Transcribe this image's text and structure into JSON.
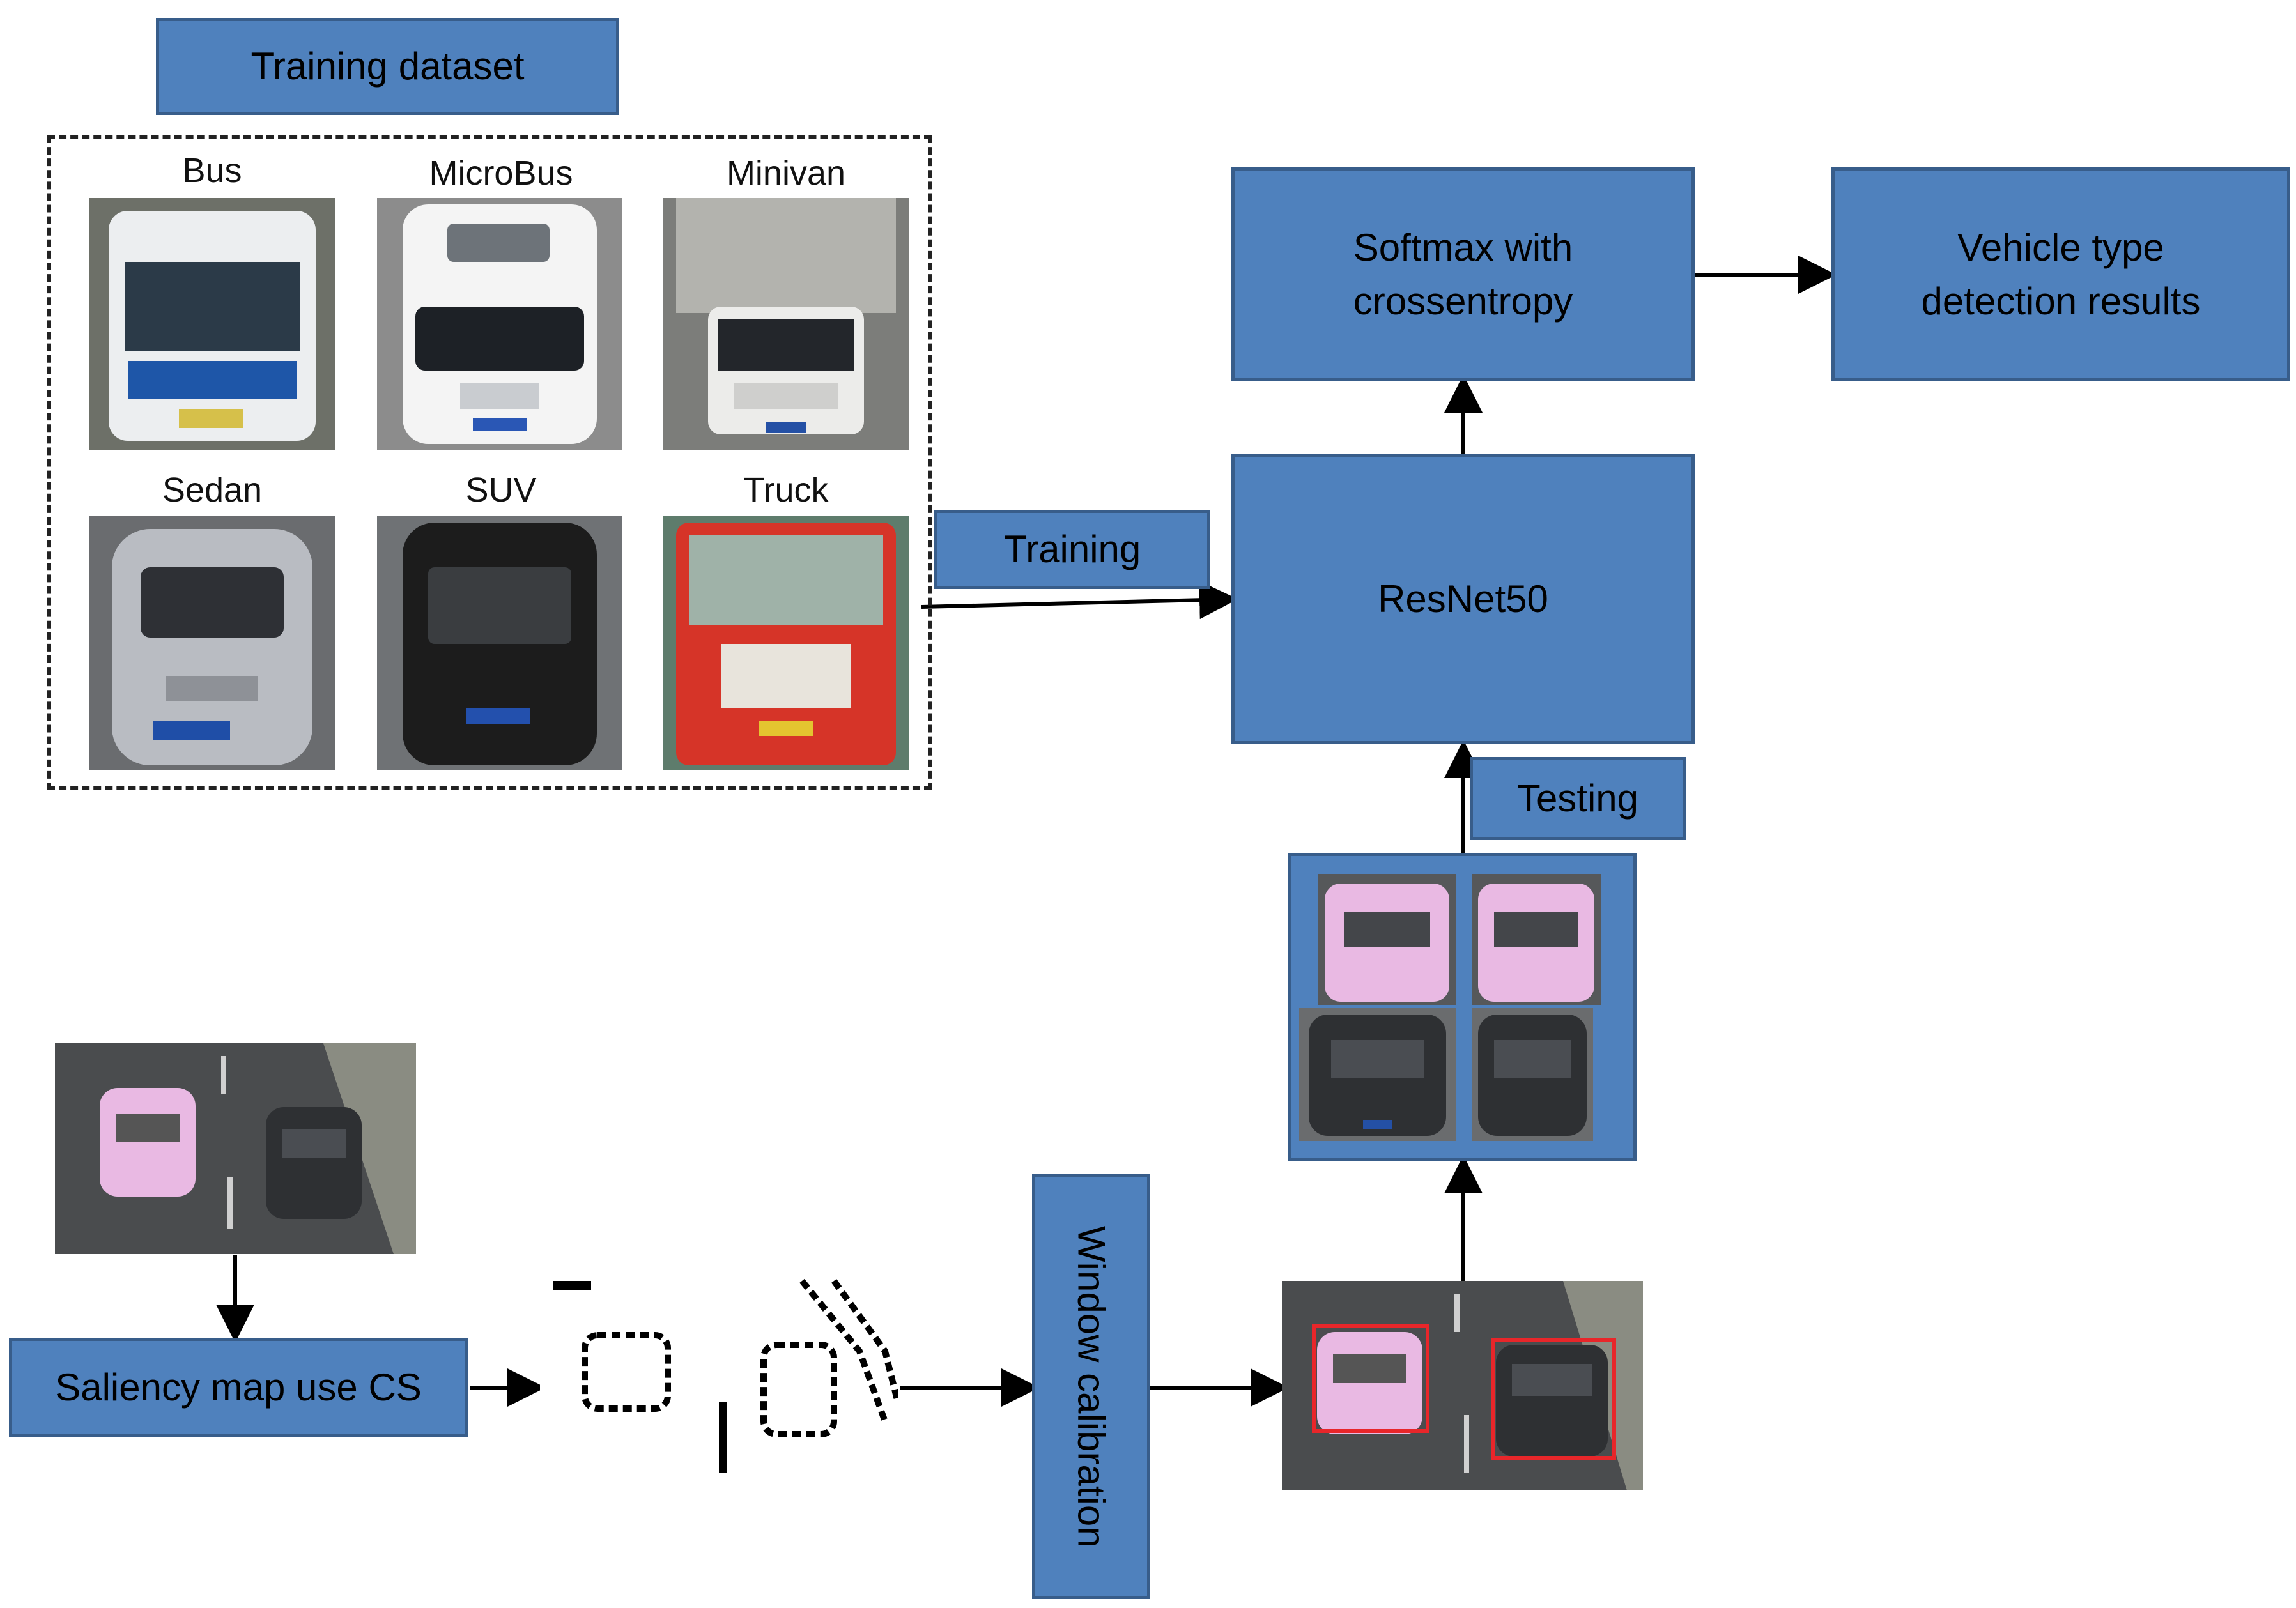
{
  "dataset": {
    "title": "Training dataset",
    "categories": [
      {
        "label": "Bus",
        "color": "#e8e8e8"
      },
      {
        "label": "MicroBus",
        "color": "#f0f0f0"
      },
      {
        "label": "Minivan",
        "color": "#dcdcdc"
      },
      {
        "label": "Sedan",
        "color": "#b5b8bf"
      },
      {
        "label": "SUV",
        "color": "#202020"
      },
      {
        "label": "Truck",
        "color": "#d9362b"
      }
    ]
  },
  "labels": {
    "training": "Training",
    "testing": "Testing",
    "resnet": "ResNet50",
    "softmax": "Softmax with\ncrossentropy",
    "results": "Vehicle type\n detection results",
    "saliency": "Saliency  map use CS",
    "window": "Window calibration"
  },
  "colors": {
    "box_fill": "#4f81bd",
    "box_border": "#385d8a",
    "road": "#4a4c4e",
    "pink_car": "#e9b9e3",
    "dark_car": "#2e3033",
    "detect_box": "#e8262a"
  }
}
